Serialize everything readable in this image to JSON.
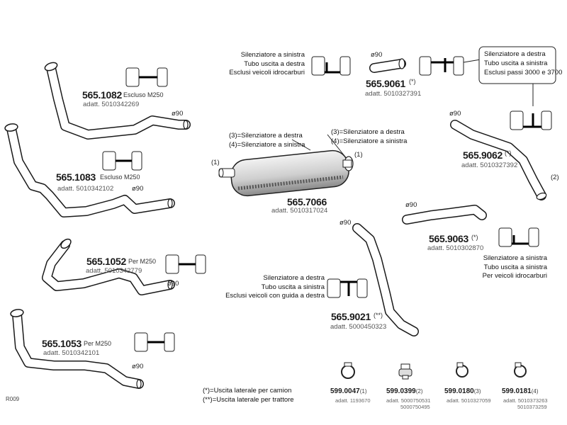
{
  "image_code": "R009",
  "pipe_diameter": "ø90",
  "parts": {
    "p1082": {
      "code": "565.1082",
      "note": "Escluso  M250",
      "ref": "adatt. 5010342269"
    },
    "p1083": {
      "code": "565.1083",
      "note": "Escluso  M250",
      "ref": "adatt. 5010342102"
    },
    "p1052": {
      "code": "565.1052",
      "note": "Per  M250",
      "ref": "adatt. 5010342779"
    },
    "p1053": {
      "code": "565.1053",
      "note": "Per  M250",
      "ref": "adatt. 5010342101"
    },
    "p7066": {
      "code": "565.7066",
      "ref": "adatt. 5010317024"
    },
    "p9061": {
      "code": "565.9061",
      "mark": "(*)",
      "ref": "adatt. 5010327391"
    },
    "p9062": {
      "code": "565.9062",
      "mark": "(*)",
      "ref": "adatt. 5010327392"
    },
    "p9063": {
      "code": "565.9063",
      "mark": "(*)",
      "ref": "adatt. 5010302870"
    },
    "p9021": {
      "code": "565.9021",
      "mark": "(**)",
      "ref": "adatt. 5000450323"
    }
  },
  "muffler_labels": {
    "left_3": "(3)=Silenziatore a destra",
    "left_4": "(4)=Silenziatore a sinistra",
    "right_3": "(3)=Silenziatore a destra",
    "right_4": "(4)=Silenziatore a sinistra",
    "one": "(1)",
    "two": "(2)"
  },
  "descriptions": {
    "d9061": [
      "Silenziatore a sinistra",
      "Tubo uscita a destra",
      "Esclusi veicoli idrocarburi"
    ],
    "callout": [
      "Silenziatore a destra",
      "Tubo uscita a sinistra",
      "Esclusi passi 3000 e 3700"
    ],
    "d9063": [
      "Silenziatore a sinistra",
      "Tubo uscita a sinistra",
      "Per veicoli idrocarburi"
    ],
    "d9021": [
      "Silenziatore a destra",
      "Tubo uscita a sinistra",
      "Esclusi veicoli con guida a destra"
    ]
  },
  "clamps": [
    {
      "code": "599.0047",
      "qty": "(1)",
      "refs": [
        "adatt. 1193670"
      ]
    },
    {
      "code": "599.0399",
      "qty": "(2)",
      "refs": [
        "adatt. 5000750531",
        "5000750495"
      ]
    },
    {
      "code": "599.0180",
      "qty": "(3)",
      "refs": [
        "adatt. 5010327059"
      ]
    },
    {
      "code": "599.0181",
      "qty": "(4)",
      "refs": [
        "adatt. 5010373263",
        "5010373259"
      ]
    }
  ],
  "legend": [
    "(*)=Uscita laterale per camion",
    "(**)=Uscita laterale per trattore"
  ]
}
